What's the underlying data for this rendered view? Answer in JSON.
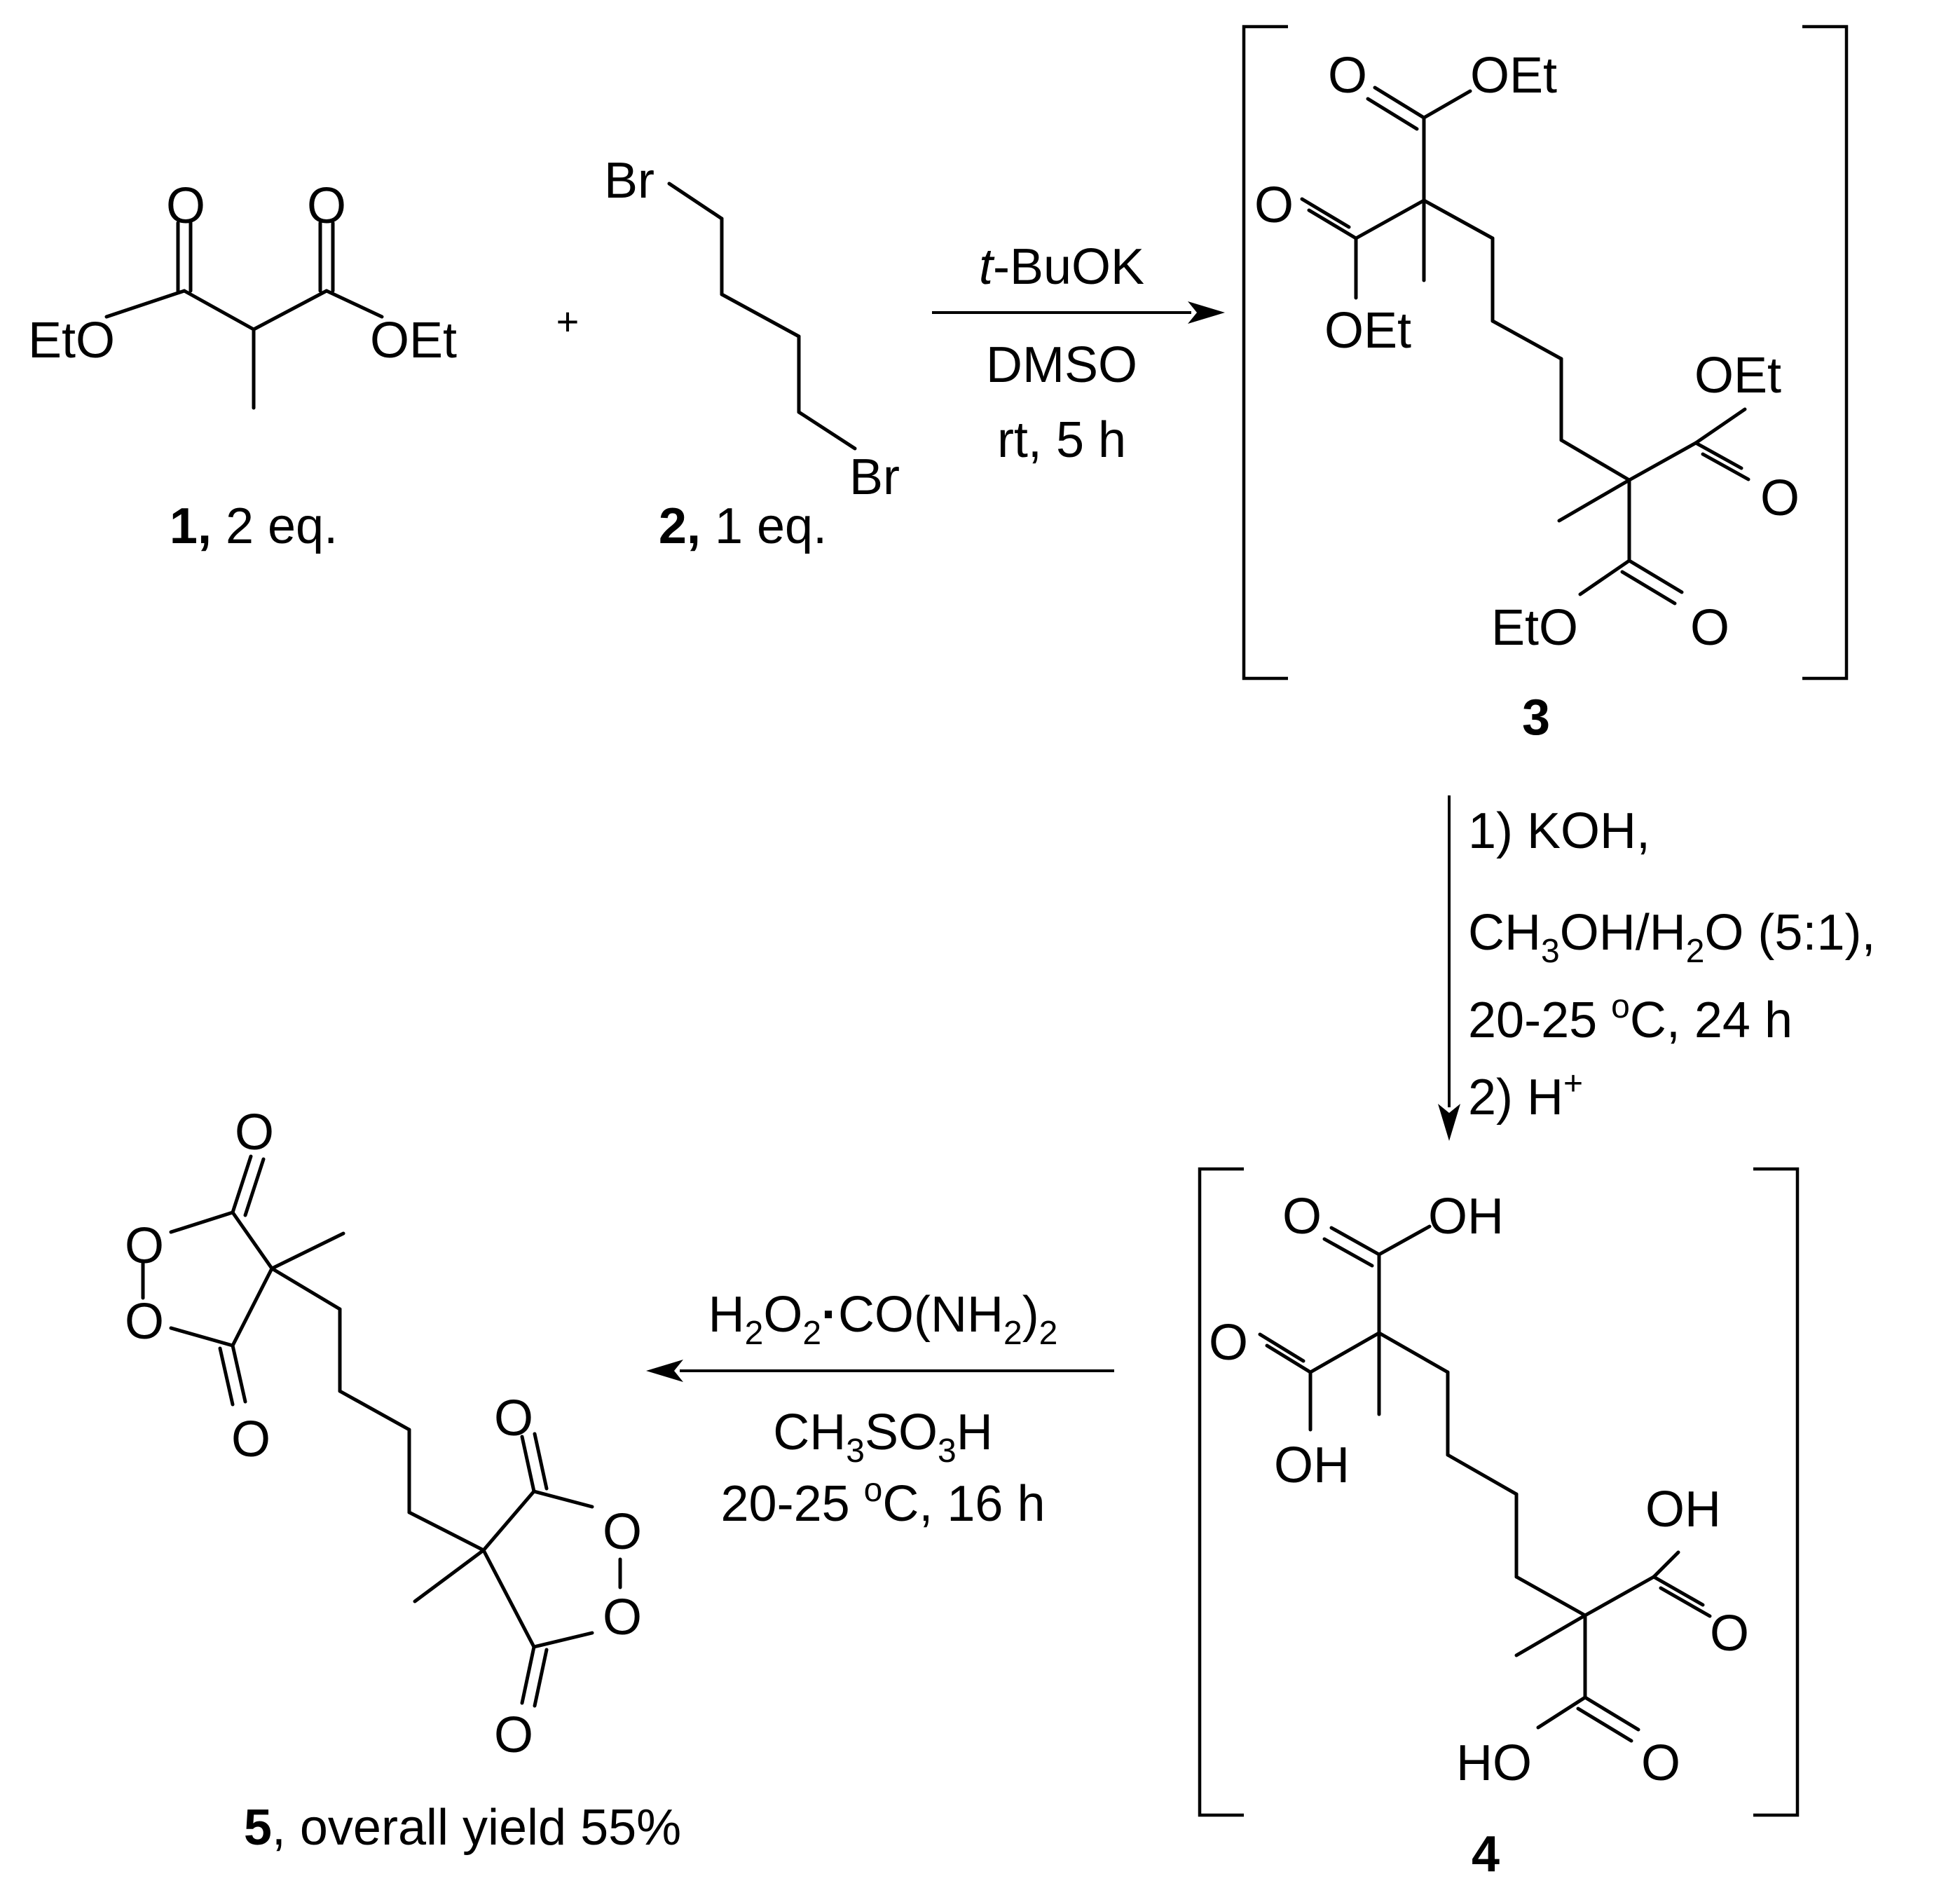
{
  "atoms": {
    "O": "O",
    "OEt": "OEt",
    "EtO": "EtO",
    "Br": "Br",
    "OH": "OH",
    "HO": "HO"
  },
  "reagents": {
    "plus": "+",
    "compound1_num": "1,",
    "compound1_eq": " 2 eq.",
    "compound2_num": "2,",
    "compound2_eq": " 1 eq.",
    "compound3_num": "3",
    "compound4_num": "4",
    "compound5_num": "5",
    "compound5_text": ", overall yield 55%"
  },
  "step1": {
    "italic_t": "t",
    "base": "-BuOK",
    "solvent": "DMSO",
    "conditions": "rt, 5 h"
  },
  "step2": {
    "line1": "1) KOH,",
    "line2_a": "CH",
    "line2_sub1": "3",
    "line2_b": "OH/H",
    "line2_sub2": "2",
    "line2_c": "O (5:1),",
    "line3_a": "20-25 ",
    "line3_sup": "o",
    "line3_b": "C, 24 h",
    "line4_a": "2) H",
    "line4_sup": "+"
  },
  "step3": {
    "r1_a": "H",
    "r1_sub1": "2",
    "r1_b": "O",
    "r1_sub2": "2",
    "r1_dot": "·",
    "r1_c": "CO(NH",
    "r1_sub3": "2",
    "r1_d": ")",
    "r1_sub4": "2",
    "r2_a": "CH",
    "r2_sub1": "3",
    "r2_b": "SO",
    "r2_sub2": "3",
    "r2_c": "H",
    "r3_a": "20-25 ",
    "r3_sup": "o",
    "r3_b": "C, 16 h"
  }
}
